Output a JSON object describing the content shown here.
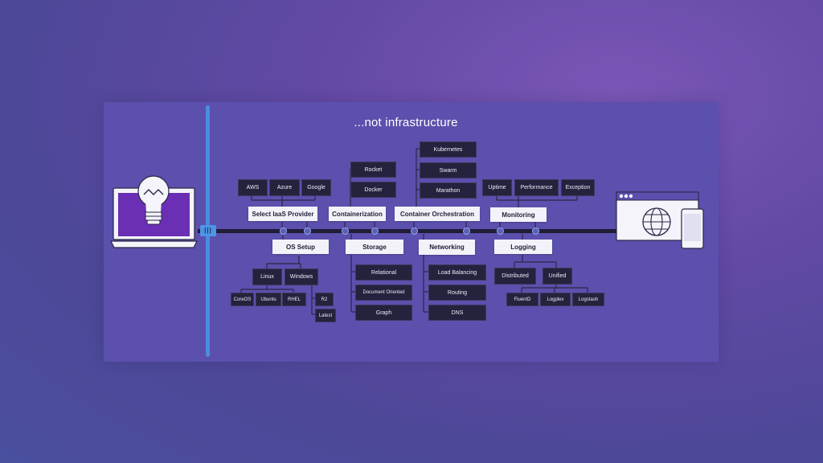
{
  "title": "...not infrastructure",
  "handle_glyph": "|||",
  "colors": {
    "accent": "#4b8de0",
    "panel": "#5b50ad",
    "dark_box": "#24223d",
    "light_box": "#f2f2f8",
    "laptop_screen": "#6a2fb4"
  },
  "icons": {
    "left": "lightbulb-laptop-icon",
    "right": "globe-browser-mobile-icon"
  },
  "top": {
    "iaas": {
      "label": "Select IaaS Provider",
      "children": [
        "AWS",
        "Azure",
        "Google"
      ]
    },
    "containerization": {
      "label": "Containerization",
      "children": [
        "Rocket",
        "Docker"
      ]
    },
    "orchestration": {
      "label": "Container Orchestration",
      "children": [
        "Kubernetes",
        "Swarm",
        "Marathon"
      ]
    },
    "monitoring": {
      "label": "Monitoring",
      "children": [
        "Uptime",
        "Performance",
        "Exception"
      ]
    }
  },
  "bottom": {
    "os": {
      "label": "OS Setup",
      "linux": {
        "label": "Linux",
        "children": [
          "CoreOS",
          "Ubuntu",
          "RHEL"
        ]
      },
      "windows": {
        "label": "Windows",
        "children": [
          "R2",
          "Latest"
        ]
      }
    },
    "storage": {
      "label": "Storage",
      "children": [
        "Relational",
        "Document Oriented",
        "Graph"
      ]
    },
    "networking": {
      "label": "Networking",
      "children": [
        "Load Balancing",
        "Routing",
        "DNS"
      ]
    },
    "logging": {
      "label": "Logging",
      "distributed": "Distributed",
      "unified": {
        "label": "Unified",
        "children": [
          "FluentD",
          "Logplex",
          "Logstash"
        ]
      }
    }
  }
}
